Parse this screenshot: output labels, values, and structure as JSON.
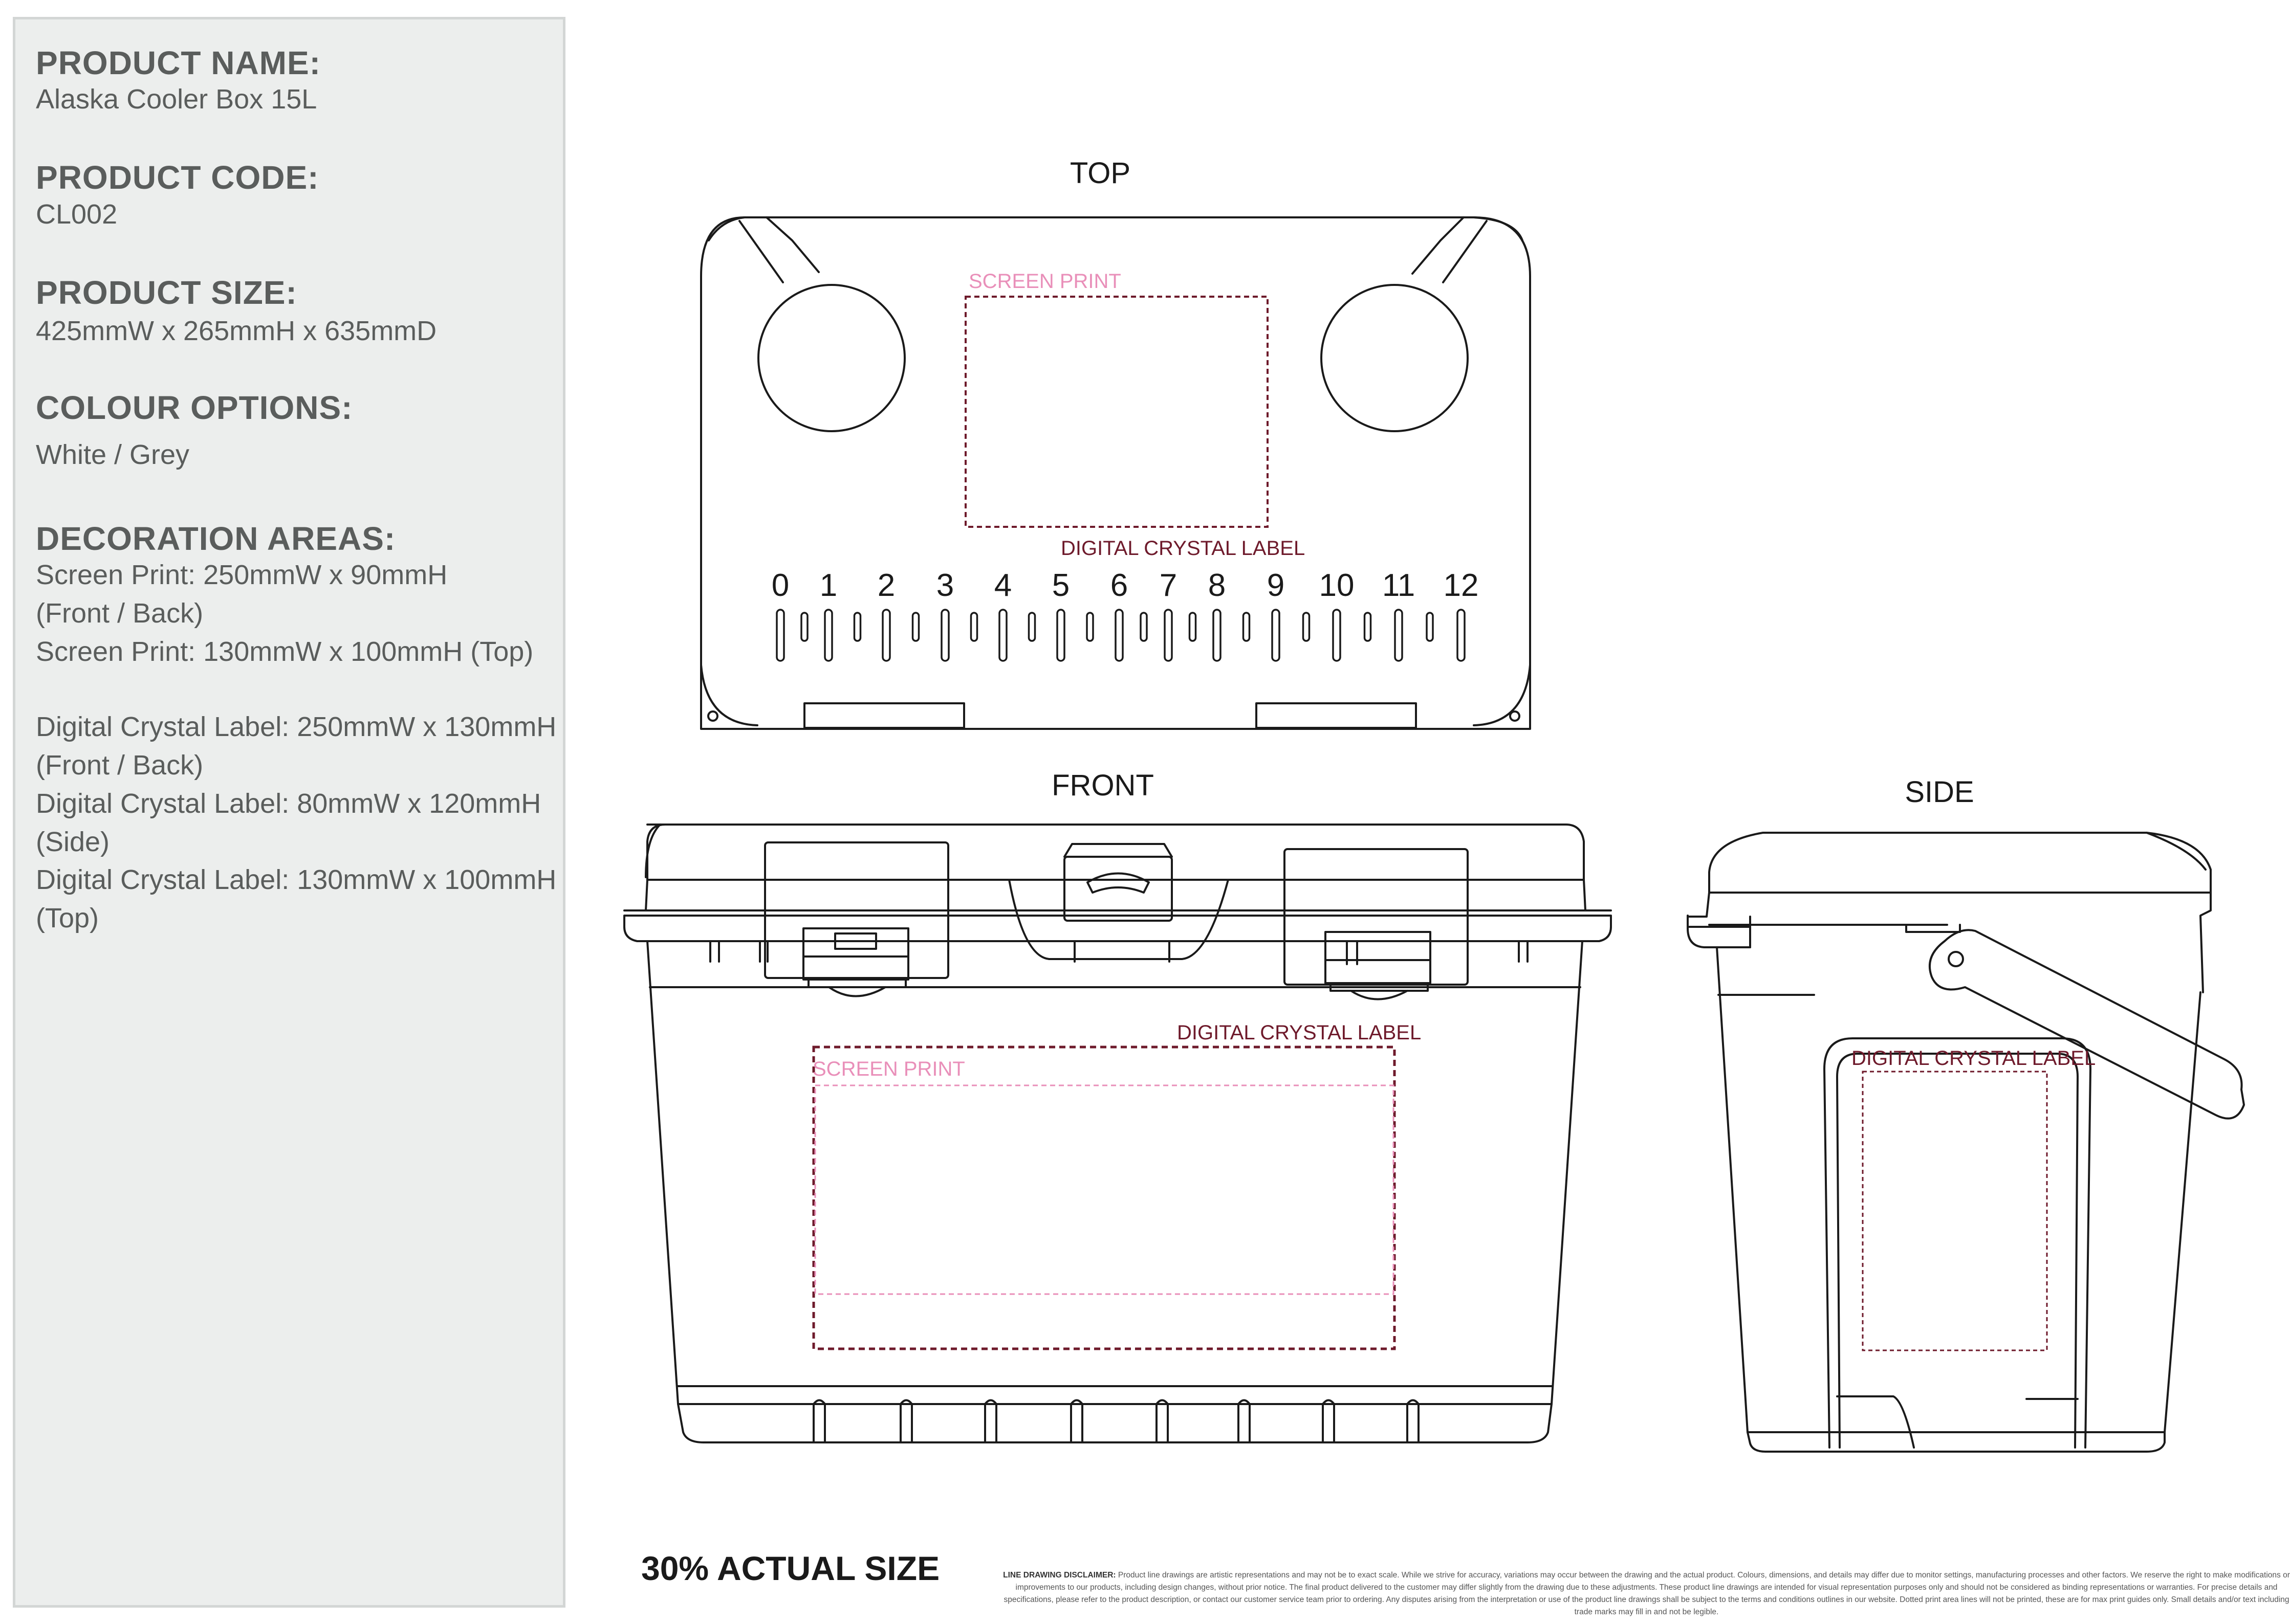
{
  "info": {
    "product_name_heading": "PRODUCT NAME:",
    "product_name": "Alaska Cooler Box 15L",
    "product_code_heading": "PRODUCT CODE:",
    "product_code": "CL002",
    "product_size_heading": "PRODUCT SIZE:",
    "product_size": "425mmW x 265mmH x 635mmD",
    "colour_heading": "COLOUR OPTIONS:",
    "colour": "White / Grey",
    "decoration_heading": "DECORATION AREAS:",
    "decoration_lines": [
      "Screen Print: 250mmW x 90mmH",
      "(Front / Back)",
      "Screen Print: 130mmW x 100mmH (Top)",
      "Digital Crystal Label: 250mmW x 130mmH",
      "(Front / Back)",
      "Digital Crystal Label: 80mmW x 120mmH",
      "(Side)",
      "Digital Crystal Label: 130mmW x 100mmH",
      "(Top)"
    ]
  },
  "views": {
    "top": "TOP",
    "front": "FRONT",
    "side": "SIDE"
  },
  "labels": {
    "screen_print": "SCREEN PRINT",
    "digital_crystal_label": "DIGITAL CRYSTAL LABEL"
  },
  "ruler": [
    "0",
    "1",
    "2",
    "3",
    "4",
    "5",
    "6",
    "7",
    "8",
    "9",
    "10",
    "11",
    "12"
  ],
  "colors": {
    "screen_print": "#e98fb9",
    "digital_crystal_label": "#6e1a2b",
    "outline": "#1a1a1a"
  },
  "footer": {
    "actual_size": "30% ACTUAL SIZE",
    "disclaimer_title": "LINE DRAWING DISCLAIMER:",
    "disclaimer_text": "Product line drawings are artistic representations and may not be to exact scale. While we strive for accuracy, variations may occur between the drawing and the actual product. Colours, dimensions, and details may differ due to monitor settings, manufacturing processes and other factors. We reserve the right to make modifications or improvements to our products, including design changes, without prior notice. The final product delivered to the customer may differ slightly from the drawing due to these adjustments. These product line drawings are intended for visual representation purposes only and should not be considered as binding representations or warranties. For precise details and specifications, please refer to the product description, or contact our customer service team prior to ordering. Any disputes arising from the interpretation or use of the product line drawings shall be subject to the terms and conditions outlines in our website. Dotted print area lines will not be printed, these are for max print guides only. Small details and/or text including trade marks may fill in and not be legible."
  }
}
